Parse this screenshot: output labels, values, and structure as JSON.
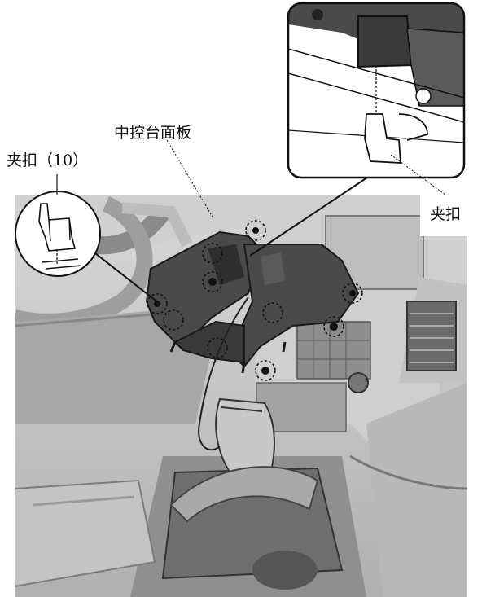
{
  "labels": {
    "clip_count": "夹扣（10）",
    "panel": "中控台面板",
    "clip": "夹扣"
  },
  "colors": {
    "background": "#ffffff",
    "photo_light": "#c9c9c9",
    "photo_mid": "#9a9a9a",
    "photo_dark": "#3a3a3a",
    "panel": "#4a4a4a",
    "line": "#111111"
  },
  "icons": {
    "clip_marker": "dashed-circle",
    "callout_detail": "magnified-clip-inset"
  }
}
